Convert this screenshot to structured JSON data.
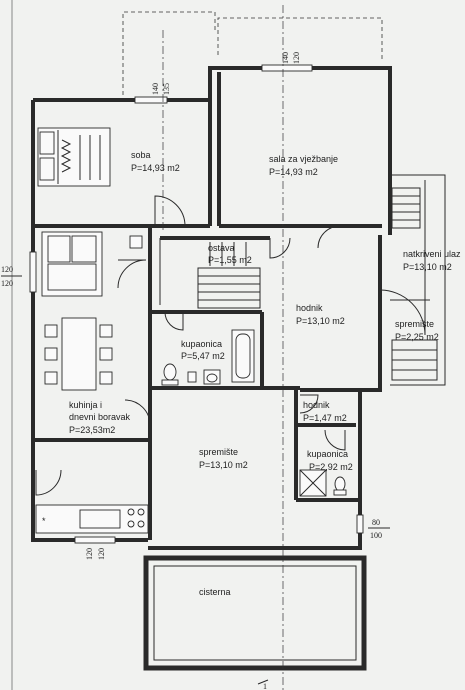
{
  "rooms": {
    "soba": {
      "name": "soba",
      "area": "P=14,93 m2"
    },
    "sala": {
      "name": "sala za vježbanje",
      "area": "P=14,93 m2"
    },
    "ostava": {
      "name": "ostava",
      "area": "P=1,55 m2"
    },
    "natkriveni_ulaz": {
      "name": "natkriveni ulaz",
      "area": "P=13,10 m2"
    },
    "hodnik_main": {
      "name": "hodnik",
      "area": "P=13,10 m2"
    },
    "kupaonica_main": {
      "name": "kupaonica",
      "area": "P=5,47 m2"
    },
    "spremiste_outside": {
      "name": "spremište",
      "area": "P=2,25 m2"
    },
    "kuhinja": {
      "name_line1": "kuhinja i",
      "name_line2": "dnevni boravak",
      "area": "P=23,53m2"
    },
    "spremiste_main": {
      "name": "spremište",
      "area": "P=13,10 m2"
    },
    "hodnik_small": {
      "name": "hodnik",
      "area": "P=1,47 m2"
    },
    "kupaonica_small": {
      "name": "kupaonica",
      "area": "P=2,92 m2"
    },
    "cisterna": {
      "name": "cisterna"
    }
  },
  "dimensions": {
    "window_soba_a": "140",
    "window_soba_b": "135",
    "window_sala_a": "140",
    "window_sala_b": "120",
    "window_left_a": "120",
    "window_left_b": "120",
    "window_bottom_a": "120",
    "window_bottom_b": "120",
    "window_right_a": "80",
    "window_right_b": "100"
  },
  "symbols": {
    "star": "*",
    "tick_bottom": "1"
  }
}
